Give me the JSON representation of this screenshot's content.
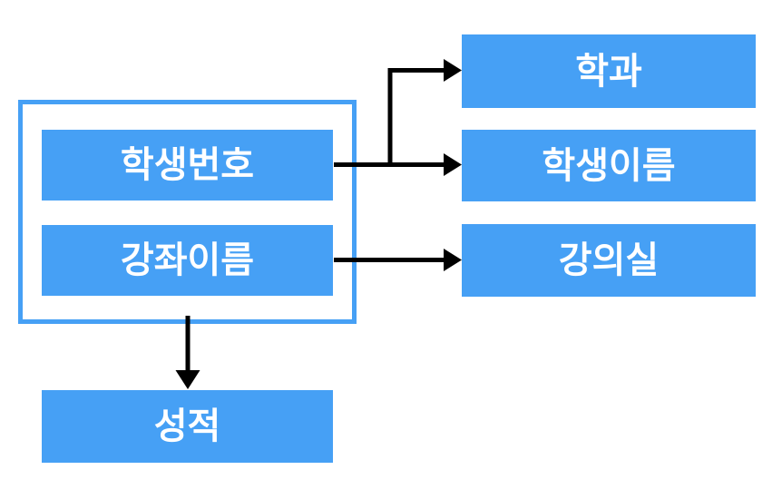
{
  "diagram": {
    "colors": {
      "background": "#ffffff",
      "box_fill": "#46a0f5",
      "box_text": "#ffffff",
      "group_border": "#46a0f5",
      "arrow": "#000000"
    },
    "nodes": {
      "student_id": {
        "label": "학생번호"
      },
      "course_name": {
        "label": "강좌이름"
      },
      "department": {
        "label": "학과"
      },
      "student_name": {
        "label": "학생이름"
      },
      "lecture_room": {
        "label": "강의실"
      },
      "grade": {
        "label": "성적"
      }
    },
    "relations": [
      {
        "from": "student_id",
        "to": "department"
      },
      {
        "from": "student_id",
        "to": "student_name"
      },
      {
        "from": "course_name",
        "to": "lecture_room"
      },
      {
        "from": "student_id + course_name",
        "to": "grade"
      }
    ]
  }
}
